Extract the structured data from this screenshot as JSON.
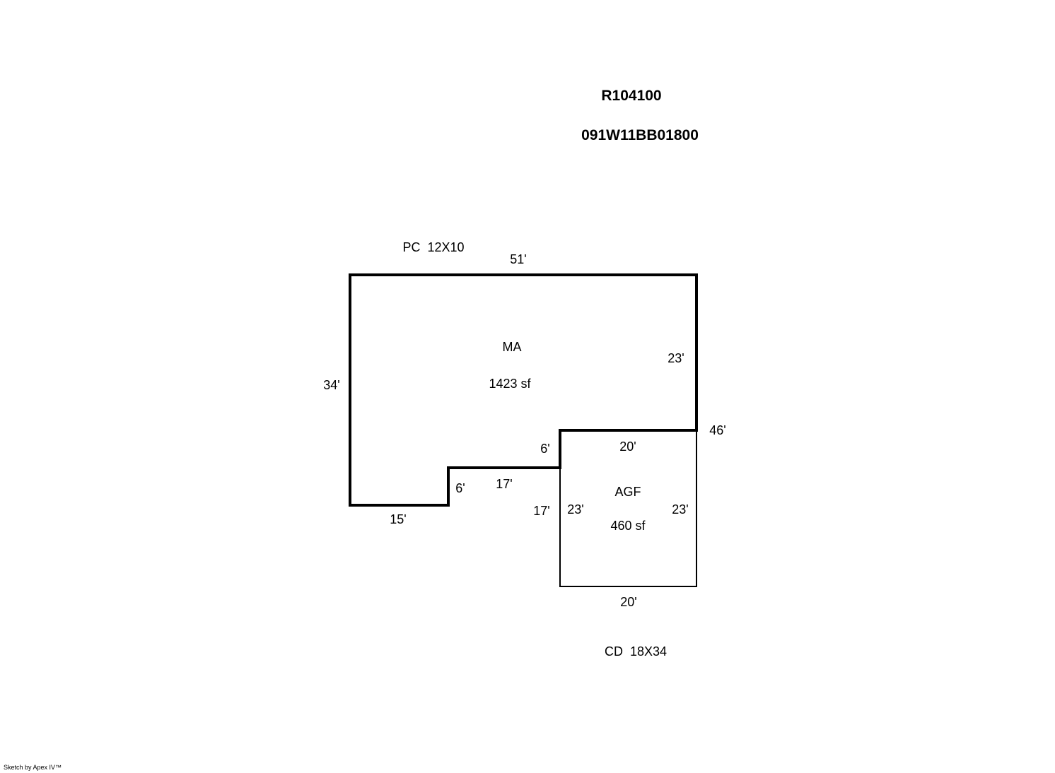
{
  "header": {
    "account": "R104100",
    "map_number": "091W11BB01800"
  },
  "areas": [
    {
      "code": "MA",
      "area": "1423 sf"
    },
    {
      "code": "AGF",
      "area": "460 sf"
    }
  ],
  "extras": {
    "pc": "PC  12X10",
    "cd": "CD  18X34"
  },
  "dimensions": {
    "ma_top": "51'",
    "ma_left": "34'",
    "ma_right": "23'",
    "ma_overall_right": "46'",
    "ma_bottom_left": "15'",
    "ma_step_left": "6'",
    "ma_step_mid": "17'",
    "ma_step_right": "6'",
    "ma_step_right_lower": "17'",
    "agf_top": "20'",
    "agf_left": "23'",
    "agf_right": "23'",
    "agf_bottom": "20'"
  },
  "footer": "Sketch by Apex IV™"
}
